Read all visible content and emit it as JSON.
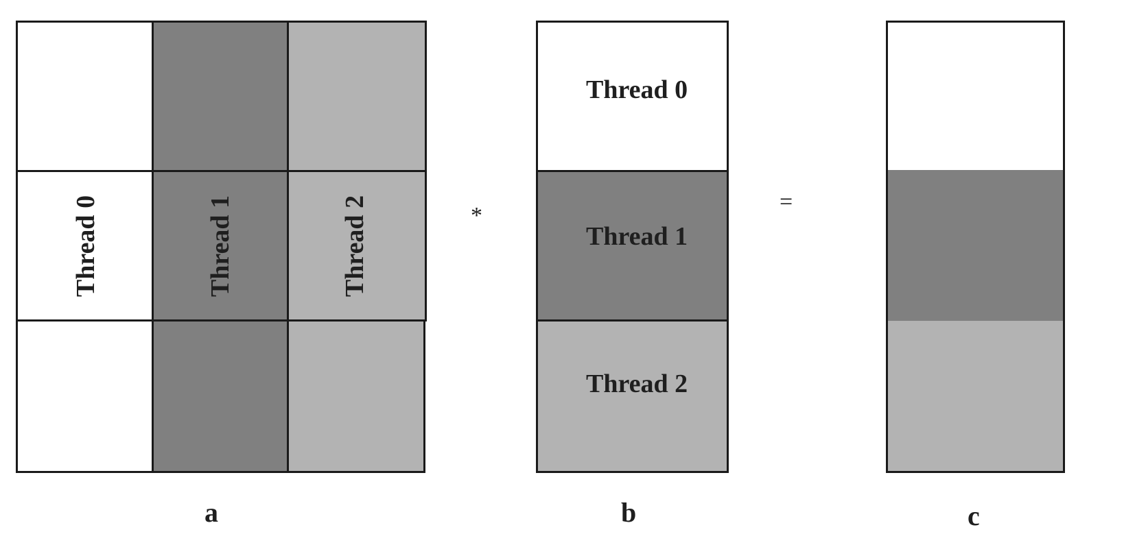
{
  "colors": {
    "thread0": "#ffffff",
    "thread1": "#808080",
    "thread2": "#b3b3b3",
    "border": "#1a1a1a"
  },
  "matrix_a": {
    "caption": "a",
    "column_labels": [
      "Thread 0",
      "Thread 1",
      "Thread 2"
    ]
  },
  "matrix_b": {
    "caption": "b",
    "row_labels": [
      "Thread 0",
      "Thread 1",
      "Thread 2"
    ]
  },
  "matrix_c": {
    "caption": "c"
  },
  "operators": {
    "multiply": "*",
    "equals": "="
  }
}
